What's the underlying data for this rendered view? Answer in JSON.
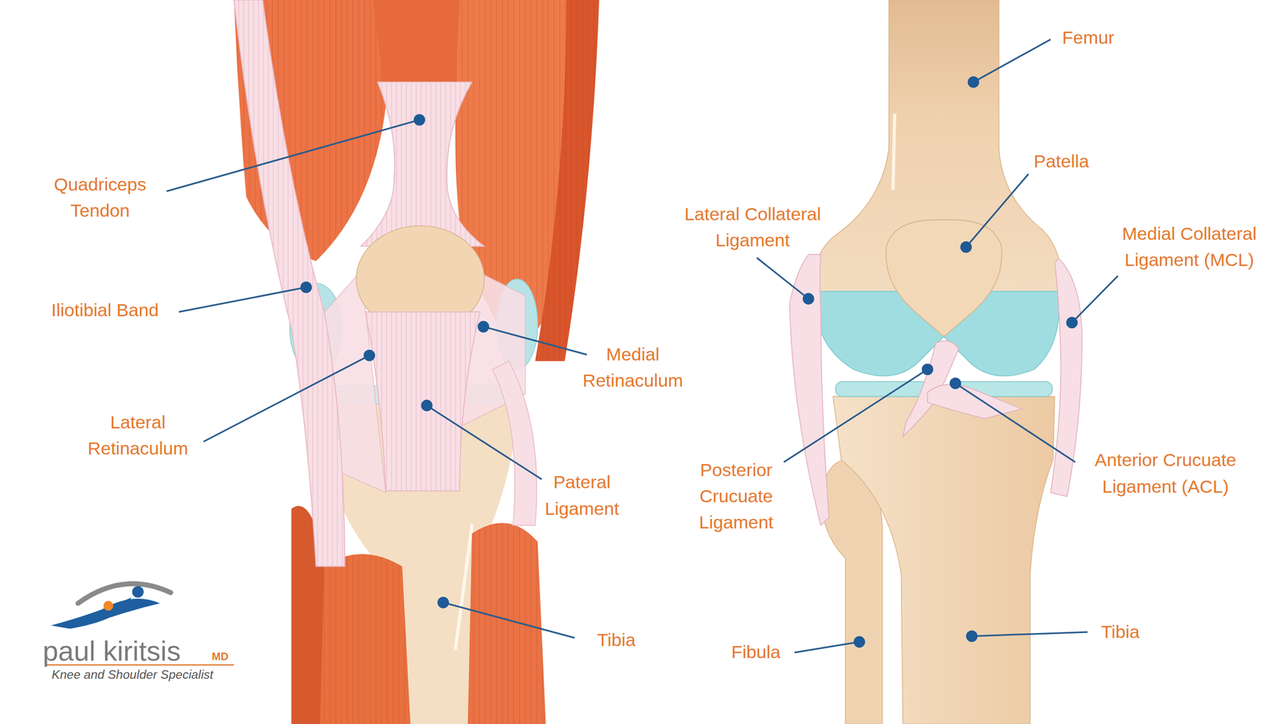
{
  "diagram": {
    "labels": [
      "Quadriceps Tendon",
      "Iliotibial Band",
      "Lateral Retinaculum",
      "Medial Retinaculum",
      "Pateral Ligament",
      "Tibia",
      "Femur",
      "Patella",
      "Lateral Collateral Ligament",
      "Medial Collateral Ligament (MCL)",
      "Posterior Crucuate Ligament",
      "Anterior Crucuate Ligament (ACL)",
      "Fibula",
      "Tibia",
      "paul kiritsis",
      "MD",
      "Knee and Shoulder Specialist"
    ]
  }
}
